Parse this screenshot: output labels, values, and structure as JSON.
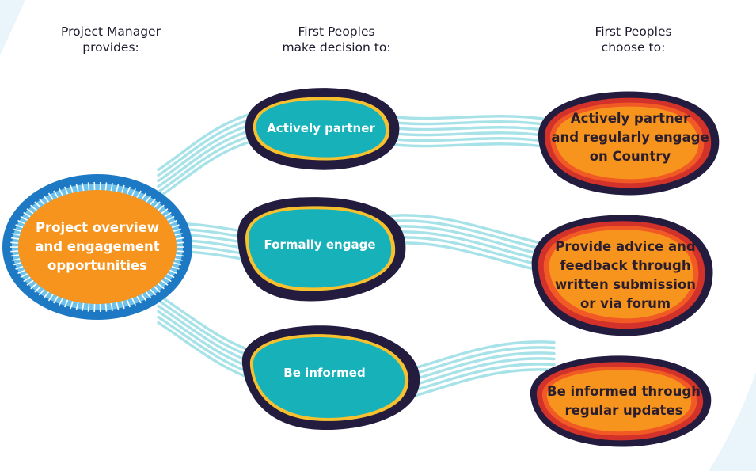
{
  "headers": {
    "col1": "Project Manager\nprovides:",
    "col2": "First Peoples\nmake decision to:",
    "col3": "First Peoples\nchoose to:"
  },
  "hub": {
    "label": "Project overview\nand engagement\nopportunities"
  },
  "decisions": [
    {
      "label": "Actively partner"
    },
    {
      "label": "Formally engage"
    },
    {
      "label": "Be informed"
    }
  ],
  "outcomes": [
    {
      "label": "Actively partner\nand regularly engage\non Country"
    },
    {
      "label": "Provide advice and\nfeedback through\nwritten submission\nor via forum"
    },
    {
      "label": "Be informed through\nregular updates"
    }
  ],
  "colors": {
    "teal": "#17b2b9",
    "orange": "#f7941d",
    "navy": "#231c3f",
    "stream": "#a6e2e8",
    "hub_blue": "#1e79c4",
    "gold": "#f6c02e",
    "red": "#d2322a"
  }
}
